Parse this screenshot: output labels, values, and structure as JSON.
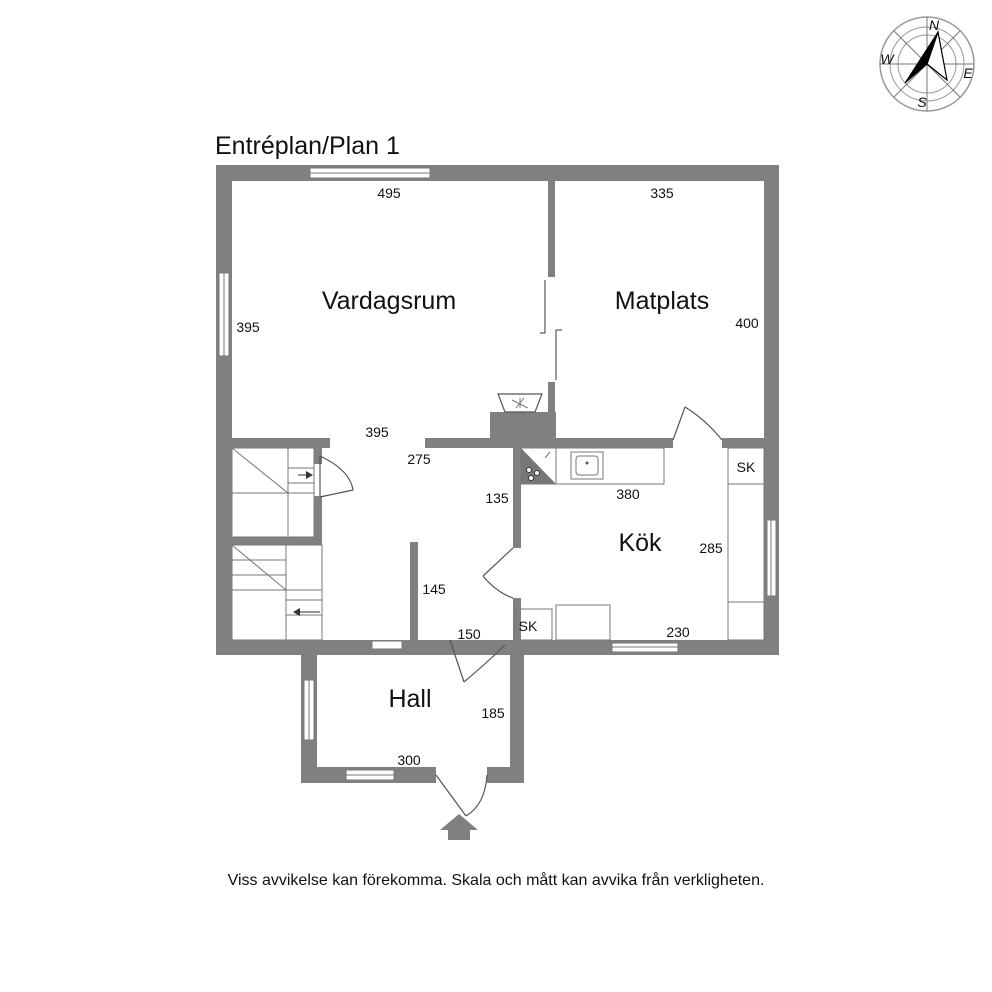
{
  "plan": {
    "title": "Entréplan/Plan 1",
    "rooms": {
      "vardagsrum": "Vardagsrum",
      "matplats": "Matplats",
      "kok": "Kök",
      "hall": "Hall"
    },
    "closets": {
      "sk_right": "SK",
      "sk_lower": "SK"
    },
    "dimensions": {
      "vardagsrum_top": "495",
      "vardagsrum_left": "395",
      "vardagsrum_bottom": "395",
      "matplats_top": "335",
      "matplats_right": "400",
      "passage": "275",
      "passage_side": "135",
      "kok_counter": "380",
      "kok_right": "285",
      "kok_bottom": "230",
      "corridor": "145",
      "hall_door": "150",
      "hall_right": "185",
      "hall_bottom": "300"
    },
    "compass": {
      "n": "N",
      "e": "E",
      "s": "S",
      "w": "W"
    }
  },
  "disclaimer": "Viss avvikelse kan förekomma. Skala och mått kan avvika från verkligheten.",
  "colors": {
    "wall": "#808080",
    "text": "#111111",
    "background": "#ffffff"
  }
}
